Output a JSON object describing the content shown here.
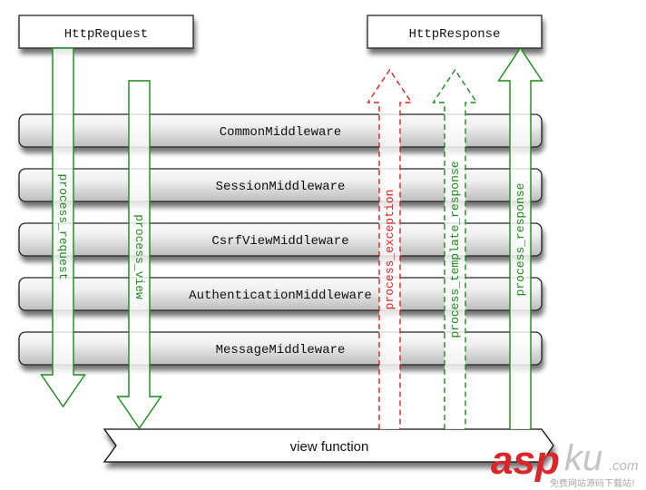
{
  "title": "Django middleware request/response flow",
  "boxes": {
    "request": "HttpRequest",
    "response": "HttpResponse"
  },
  "middlewares": [
    "CommonMiddleware",
    "SessionMiddleware",
    "CsrfViewMiddleware",
    "AuthenticationMiddleware",
    "MessageMiddleware"
  ],
  "view": "view function",
  "arrows": {
    "process_request": {
      "label": "process_request",
      "direction": "down",
      "style": "solid",
      "color": "#1a8a1a"
    },
    "process_view": {
      "label": "process_view",
      "direction": "down",
      "style": "solid",
      "color": "#1a8a1a"
    },
    "process_exception": {
      "label": "process_exception",
      "direction": "up",
      "style": "dashed",
      "color": "#e02020"
    },
    "process_template_response": {
      "label": "process_template_response",
      "direction": "up",
      "style": "dashed",
      "color": "#1a8a1a"
    },
    "process_response": {
      "label": "process_response",
      "direction": "up",
      "style": "solid",
      "color": "#1a8a1a"
    }
  },
  "watermark": {
    "brand_red": "asp",
    "brand_gray": "ku",
    "suffix": ".com",
    "tagline": "免费网站源码下载站!",
    "red": "#d8262a",
    "gray": "#b8b8b8"
  }
}
